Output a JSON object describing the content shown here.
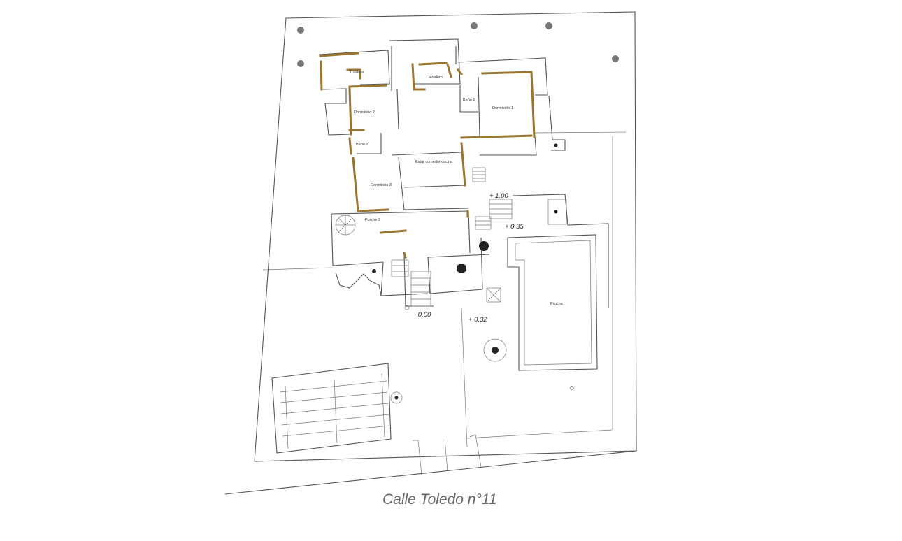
{
  "plan": {
    "rooms": {
      "trastero": "Trastero",
      "lavadero": "Lavadero",
      "dormitorio_2": "Dormitorio 2",
      "bano_1": "Baño 1",
      "dormitorio_1": "Dormitorio 1",
      "bano_2": "Baño 2",
      "estar_comedor_cocina": "Estar comedor cocina",
      "dormitorio_3": "Dormitorio 3",
      "porche_3": "Porche 3",
      "piscina": "Piscina"
    },
    "levels": {
      "plus_1_00": "+ 1.00",
      "plus_0_35": "+ 0.35",
      "minus_0_00": "- 0.00",
      "plus_0_32": "+ 0.32"
    },
    "street": "Calle Toledo n°11"
  },
  "colors": {
    "line": "#555555",
    "ochre_walls": "#9a7530",
    "street_text": "#666666"
  }
}
